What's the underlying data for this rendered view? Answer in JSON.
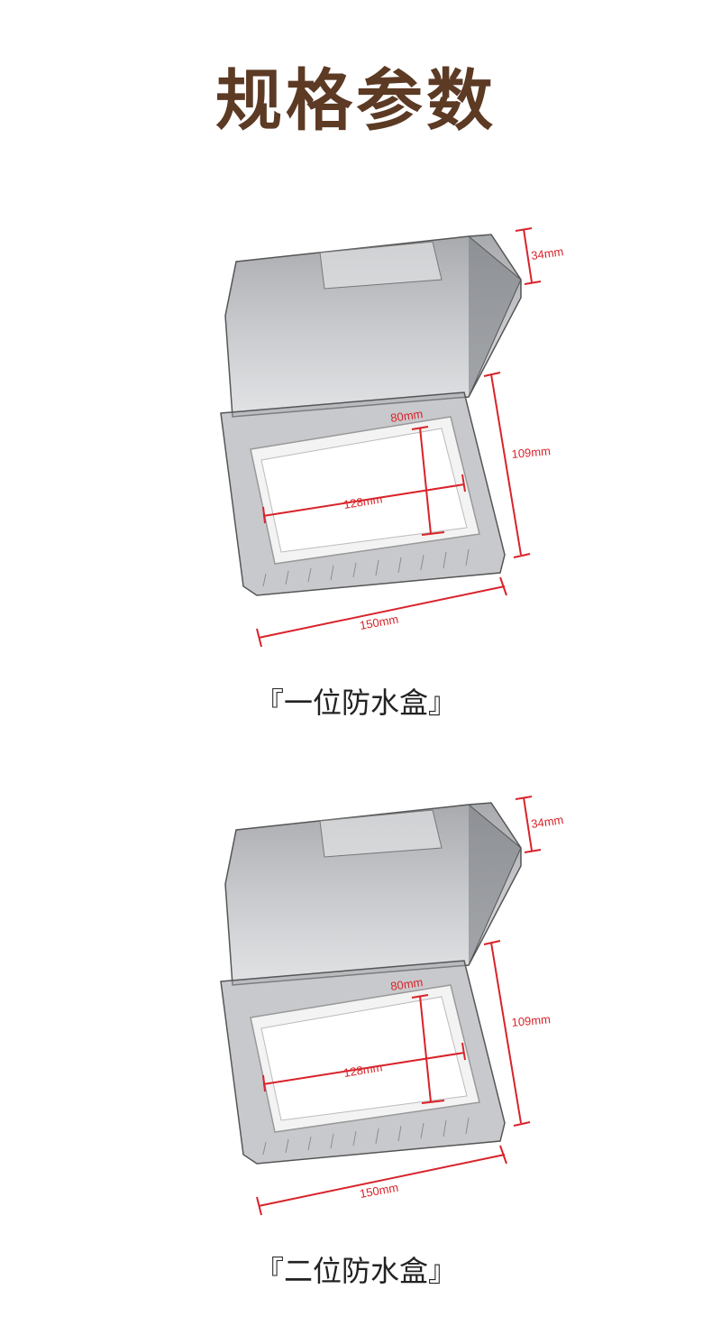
{
  "title": "规格参数",
  "colors": {
    "title": "#5c3a24",
    "dimension": "#d8232a",
    "case_body": "#6b6e73"
  },
  "products": [
    {
      "caption": "『一位防水盒』",
      "dims": {
        "depth": "34mm",
        "height": "109mm",
        "width": "150mm",
        "inner_width": "128mm",
        "inner_height": "80mm"
      }
    },
    {
      "caption": "『二位防水盒』",
      "dims": {
        "depth": "34mm",
        "height": "109mm",
        "width": "150mm",
        "inner_width": "128mm",
        "inner_height": "80mm"
      }
    }
  ]
}
